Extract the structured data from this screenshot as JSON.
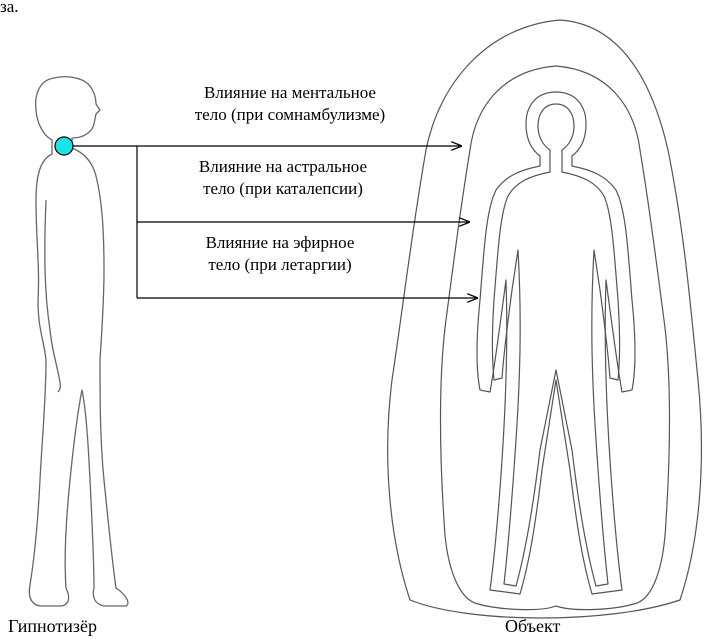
{
  "top_fragment": "за.",
  "labels": {
    "mental": {
      "line1": "Влияние на ментальное",
      "line2": "тело (при сомнамбулизме)"
    },
    "astral": {
      "line1": "Влияние на астральное",
      "line2": "тело (при каталепсии)"
    },
    "etheric": {
      "line1": "Влияние на эфирное",
      "line2": "тело (при летаргии)"
    }
  },
  "captions": {
    "left": "Гипнотизёр",
    "right": "Объект"
  },
  "colors": {
    "point": "#19e3e8",
    "ink": "#000000",
    "outline": "#555555"
  }
}
